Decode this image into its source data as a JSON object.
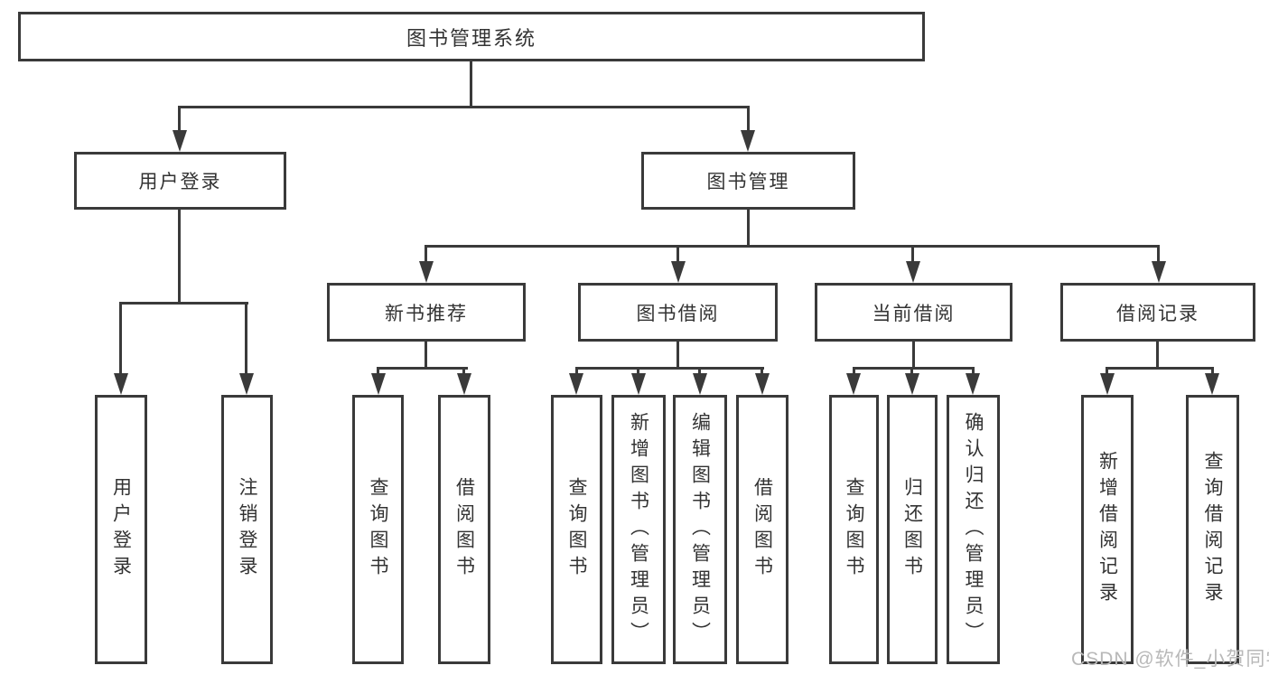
{
  "title": {
    "label": "图书管理系统"
  },
  "level2": {
    "user_login": "用户登录",
    "book_mgmt": "图书管理"
  },
  "level3": {
    "new_books": "新书推荐",
    "borrow": "图书借阅",
    "current": "当前借阅",
    "records": "借阅记录"
  },
  "level4": {
    "user_login_1": "用户登录",
    "user_login_2": "注销登录",
    "new_books_1": "查询图书",
    "new_books_2": "借阅图书",
    "borrow_1": "查询图书",
    "borrow_2": "新增图书（管理员）",
    "borrow_3": "编辑图书（管理员）",
    "borrow_4": "借阅图书",
    "current_1": "查询图书",
    "current_2": "归还图书",
    "current_3": "确认归还（管理员）",
    "records_1": "新增借阅记录",
    "records_2": "查询借阅记录"
  },
  "watermark": "CSDN @软件_小贺同学",
  "colors": {
    "line": "#3a3a3a",
    "text": "#333333",
    "watermark": "#b8b8b8",
    "background": "#ffffff"
  }
}
